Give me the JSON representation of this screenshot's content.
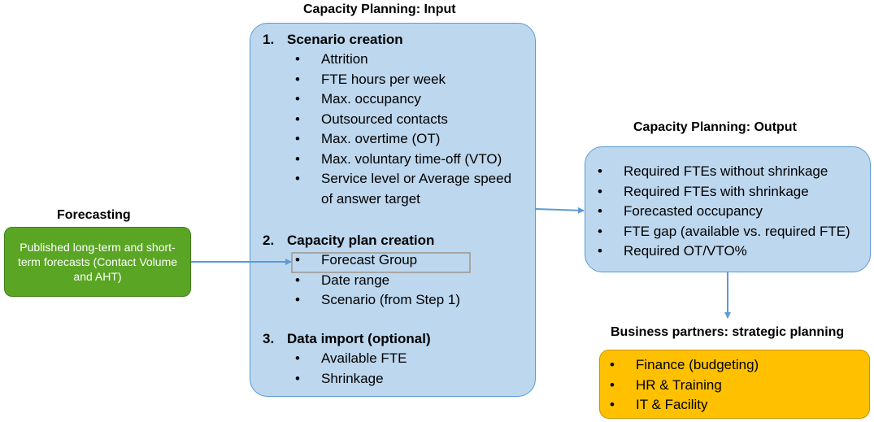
{
  "input": {
    "title": "Capacity Planning: Input",
    "sections": [
      {
        "number": "1.",
        "title": "Scenario creation",
        "items": [
          "Attrition",
          "FTE hours per week",
          "Max. occupancy",
          "Outsourced contacts",
          "Max. overtime (OT)",
          "Max. voluntary time-off (VTO)",
          "Service level or Average speed of answer target"
        ]
      },
      {
        "number": "2.",
        "title": "Capacity plan creation",
        "items": [
          "Forecast Group",
          "Date range",
          "Scenario (from Step 1)"
        ]
      },
      {
        "number": "3.",
        "title": "Data import (optional)",
        "items": [
          "Available FTE",
          "Shrinkage"
        ]
      }
    ]
  },
  "forecasting": {
    "title": "Forecasting",
    "text": "Published long-term and short-term forecasts (Contact Volume and AHT)"
  },
  "output": {
    "title": "Capacity Planning: Output",
    "items": [
      "Required FTEs without shrinkage",
      "Required FTEs with shrinkage",
      "Forecasted occupancy",
      "FTE gap (available vs. required FTE)",
      "Required OT/VTO%"
    ]
  },
  "partners": {
    "title": "Business partners: strategic planning",
    "items": [
      "Finance (budgeting)",
      "HR & Training",
      "IT & Facility"
    ]
  },
  "colors": {
    "input_fill": "#bdd7ee",
    "box_border": "#5b9bd5",
    "forecast_fill": "#5aa624",
    "partners_fill": "#ffc000",
    "arrow": "#5b9bd5"
  }
}
